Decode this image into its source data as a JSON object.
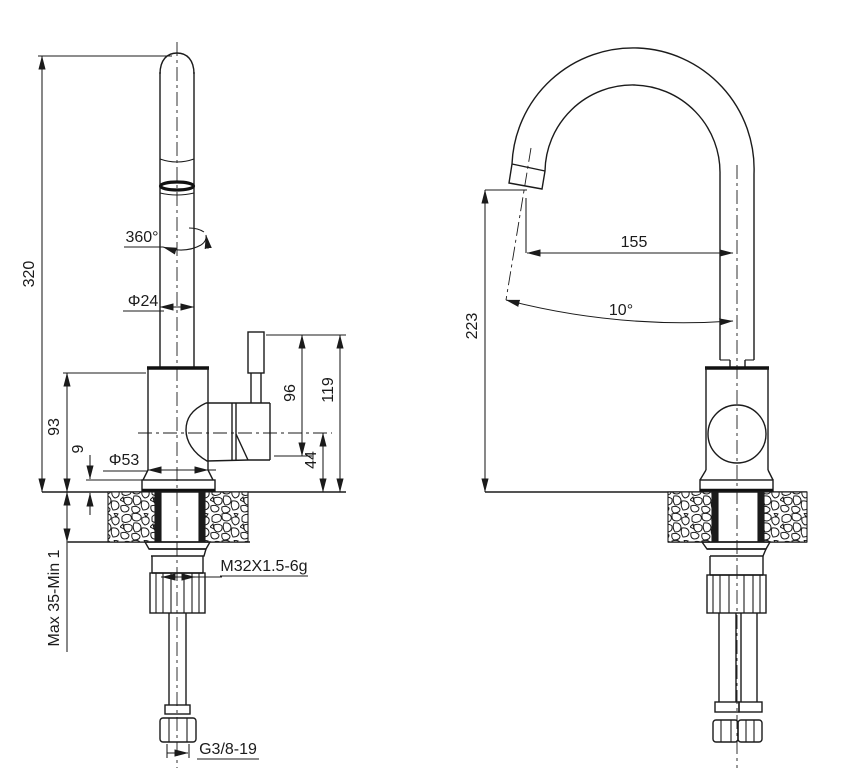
{
  "page": {
    "background": "#ffffff",
    "line_color": "#1b1b1b",
    "description": "Technical dimension drawing of a single-lever kitchen faucet, front view (left) and side view with gooseneck spout (right)"
  },
  "views": {
    "front": {
      "name": "front-view",
      "labels": {
        "height_overall": "320",
        "swivel_angle": "360°",
        "spout_pipe_diameter": "Φ24",
        "body_height": "93",
        "base_plate_height": "9",
        "body_diameter": "Φ53",
        "handle_top_to_joint": "96",
        "handle_top_to_deck": "119",
        "axis_to_deck": "44",
        "deck_thickness": "Max 35-Min 1",
        "mounting_thread": "M32X1.5-6g",
        "inlet_thread": "G3/8-19"
      }
    },
    "side": {
      "name": "side-view",
      "labels": {
        "spout_reach": "155",
        "outlet_angle": "10°",
        "outlet_height": "223"
      }
    }
  }
}
